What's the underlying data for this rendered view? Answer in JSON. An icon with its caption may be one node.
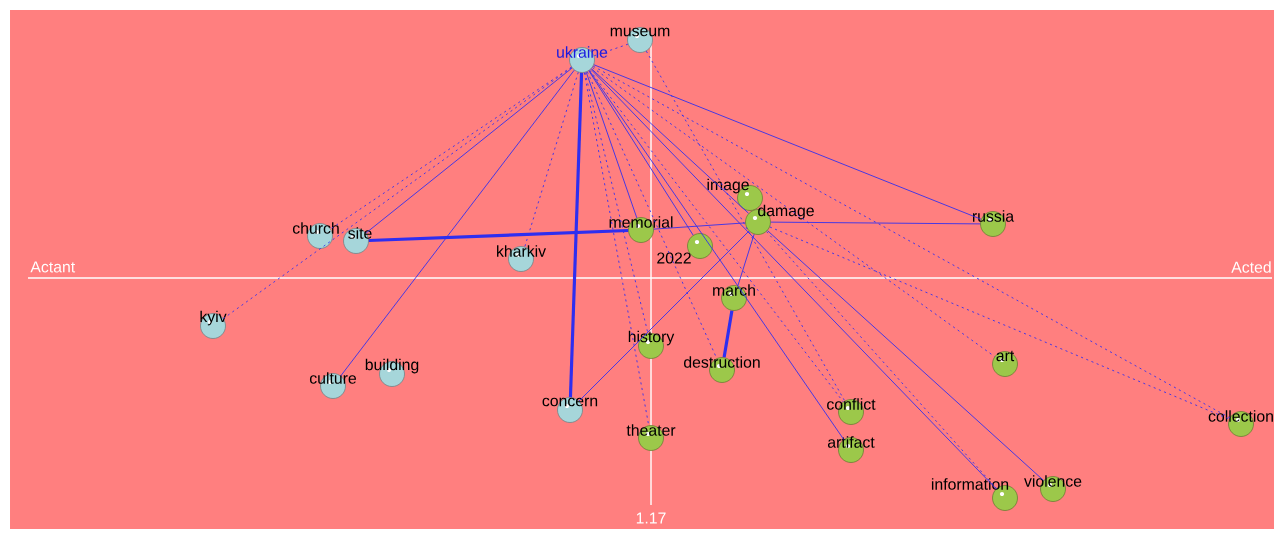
{
  "diagram": {
    "nodes": [
      {
        "text": [
          "ukraine"
        ]
      },
      {
        "text": [
          "museum"
        ]
      },
      {
        "text": [
          "church"
        ]
      },
      {
        "text": [
          "site"
        ]
      },
      {
        "text": [
          "kharkiv"
        ]
      },
      {
        "text": [
          "memorial"
        ]
      },
      {
        "text": [
          "2022"
        ]
      },
      {
        "text": [
          "image"
        ]
      },
      {
        "text": [
          "damage"
        ]
      },
      {
        "text": [
          "russia"
        ]
      },
      {
        "text": [
          "march"
        ]
      },
      {
        "text": [
          "kyiv"
        ]
      },
      {
        "text": [
          "history"
        ]
      },
      {
        "text": [
          "destruction"
        ]
      },
      {
        "text": [
          "art"
        ]
      },
      {
        "text": [
          "building"
        ]
      },
      {
        "text": [
          "culture"
        ]
      },
      {
        "text": [
          "concern"
        ]
      },
      {
        "text": [
          "conflict"
        ]
      },
      {
        "text": [
          "theater"
        ]
      },
      {
        "text": [
          "artifact"
        ]
      },
      {
        "text": [
          "collection"
        ]
      },
      {
        "text": [
          "information"
        ]
      },
      {
        "text": [
          "violence"
        ]
      }
    ],
    "edges": [
      {
        "from": 0,
        "to": 1,
        "arrow": "none",
        "style": "dashed"
      },
      {
        "from": 0,
        "to": 2,
        "arrow": "none",
        "style": "dashed"
      },
      {
        "from": 0,
        "to": 3,
        "arrow": "none"
      },
      {
        "from": 0,
        "to": 11,
        "arrow": "none",
        "style": "dashed"
      },
      {
        "from": 0,
        "to": 16,
        "arrow": "none"
      },
      {
        "from": 0,
        "to": 4,
        "arrow": "none",
        "style": "dashed"
      },
      {
        "from": 0,
        "to": 17,
        "arrow": "none",
        "style": "thick"
      },
      {
        "from": 0,
        "to": 5,
        "arrow": "none"
      },
      {
        "from": 0,
        "to": 12,
        "arrow": "none",
        "style": "dashed"
      },
      {
        "from": 0,
        "to": 19,
        "arrow": "none",
        "style": "dashed"
      },
      {
        "from": 0,
        "to": 6,
        "arrow": "none"
      },
      {
        "from": 0,
        "to": 8,
        "arrow": "none"
      },
      {
        "from": 0,
        "to": 9,
        "arrow": "none"
      },
      {
        "from": 0,
        "to": 13,
        "arrow": "none",
        "style": "dashed"
      },
      {
        "from": 0,
        "to": 18,
        "arrow": "none",
        "style": "dashed"
      },
      {
        "from": 0,
        "to": 20,
        "arrow": "none"
      },
      {
        "from": 0,
        "to": 22,
        "arrow": "none"
      },
      {
        "from": 0,
        "to": 14,
        "arrow": "none",
        "style": "dashed"
      },
      {
        "from": 0,
        "to": 21,
        "arrow": "none",
        "style": "dashed"
      },
      {
        "from": 1,
        "to": 18,
        "arrow": "none",
        "style": "dashed"
      },
      {
        "from": 3,
        "to": 5,
        "arrow": "none",
        "style": "thick"
      },
      {
        "from": 5,
        "to": 8,
        "arrow": "none"
      },
      {
        "from": 8,
        "to": 9,
        "arrow": "none"
      },
      {
        "from": 17,
        "to": 8,
        "arrow": "none"
      },
      {
        "from": 8,
        "to": 10,
        "arrow": "none"
      },
      {
        "from": 10,
        "to": 13,
        "arrow": "none",
        "style": "thick"
      },
      {
        "from": 8,
        "to": 23,
        "arrow": "none"
      },
      {
        "from": 8,
        "to": 21,
        "arrow": "none",
        "style": "dashed"
      },
      {
        "from": 8,
        "to": 22,
        "arrow": "none",
        "style": "dashed"
      }
    ],
    "labels": [
      "Actant",
      "Acted",
      "1.17"
    ]
  }
}
